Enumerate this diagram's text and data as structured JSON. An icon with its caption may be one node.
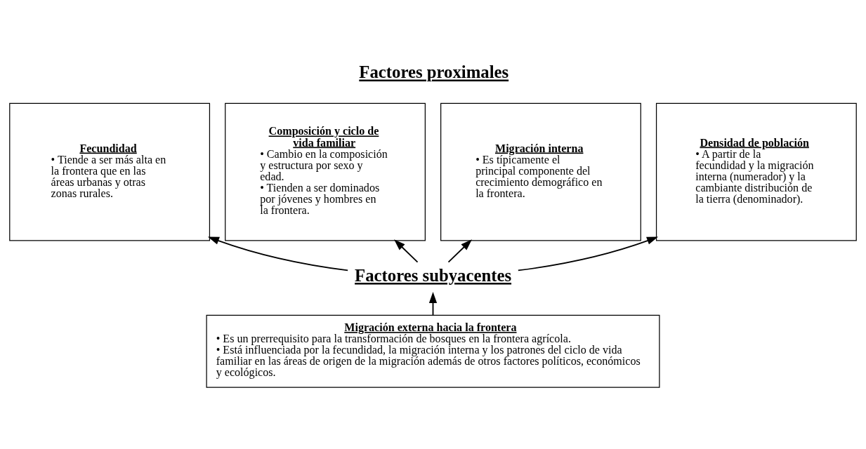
{
  "diagram": {
    "title": "Factores proximales",
    "nodes": [
      {
        "text": [
          "Fecundidad",
          "• Tiende a ser más alta en la frontera que en las áreas urbanas y otras zonas rurales."
        ]
      },
      {
        "text": [
          "Composición y ciclo de vida familiar",
          "• Cambio en la composición y estructura por sexo y edad.",
          "• Tienden a ser dominados por jóvenes y hombres en la frontera."
        ]
      },
      {
        "text": [
          "Migración interna",
          "• Es típicamente el principal componente del crecimiento demográfico en la frontera."
        ]
      },
      {
        "text": [
          "Densidad de población",
          "• A partir de la fecundidad y la migración interna (numerador) y la cambiante distribución de la tierra (denominador)."
        ]
      },
      {
        "text": [
          "Factores subyacentes"
        ]
      },
      {
        "text": [
          "Migración externa hacia la frontera",
          "• Es un prerrequisito para la transformación de bosques en la frontera agrícola.",
          "• Está influenciada por la fecundidad, la migración interna y los patrones del ciclo de vida familiar en las áreas de origen de la migración además de otros factores políticos, económicos y ecológicos."
        ]
      }
    ],
    "edges": [
      {
        "from": 4,
        "to": 0,
        "arrow": "to"
      },
      {
        "from": 4,
        "to": 1,
        "arrow": "to"
      },
      {
        "from": 4,
        "to": 2,
        "arrow": "to"
      },
      {
        "from": 4,
        "to": 3,
        "arrow": "to"
      },
      {
        "from": 5,
        "to": 4,
        "arrow": "to"
      }
    ]
  }
}
